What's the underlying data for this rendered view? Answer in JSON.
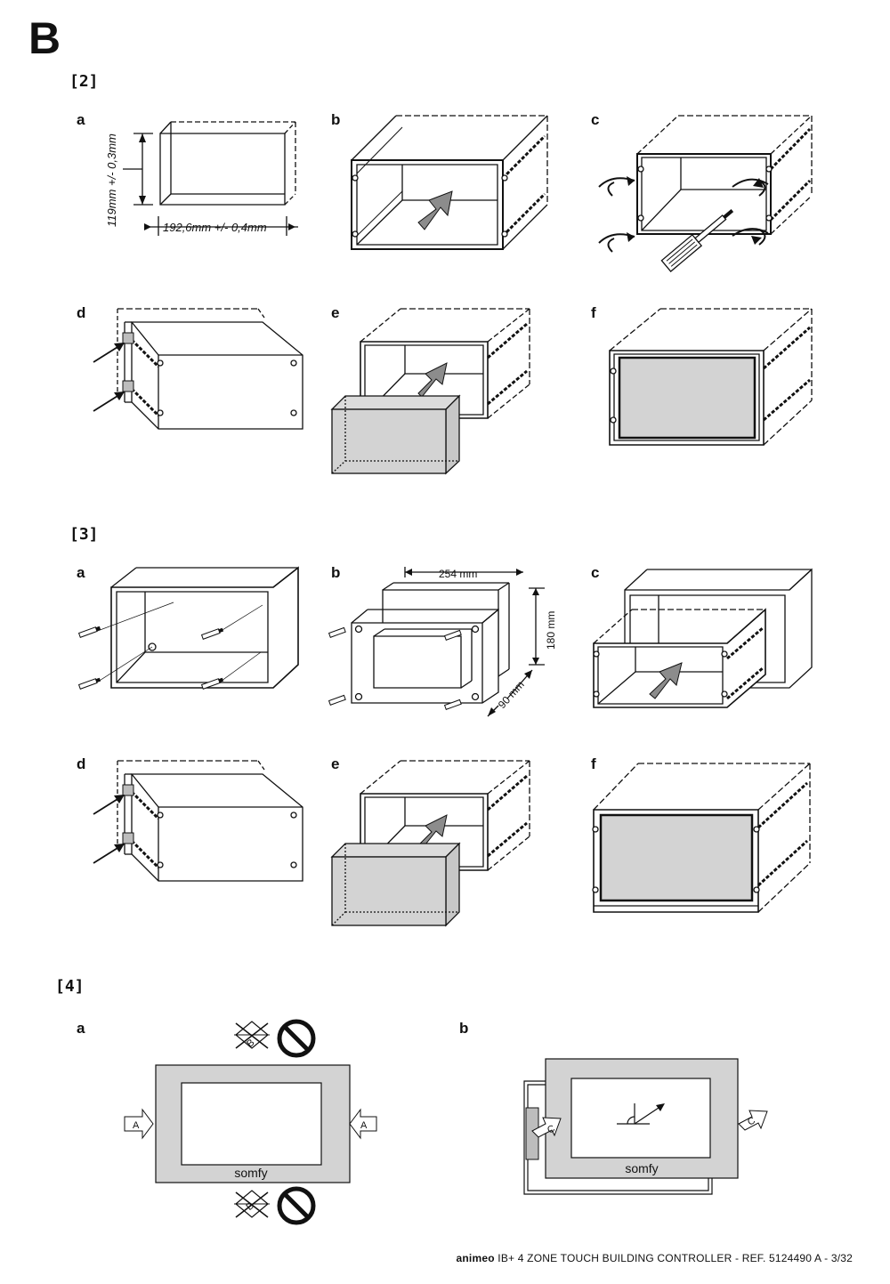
{
  "page_letter": "B",
  "sections": [
    {
      "label": "[2]",
      "items": [
        "a",
        "b",
        "c",
        "d",
        "e",
        "f"
      ]
    },
    {
      "label": "[3]",
      "items": [
        "a",
        "b",
        "c",
        "d",
        "e",
        "f"
      ]
    },
    {
      "label": "[4]",
      "items": [
        "a",
        "b"
      ]
    }
  ],
  "dimensions": {
    "height": "119mm +/- 0,3mm",
    "width": "192,6mm +/- 0,4mm",
    "box_width": "254 mm",
    "box_height": "180 mm",
    "box_depth": "90 mm"
  },
  "panel_text": {
    "brand": "somfy",
    "force_a": "A",
    "force_b": "B",
    "force_c": "C"
  },
  "footer": {
    "brand": "animeo",
    "text": "IB+ 4 ZONE TOUCH BUILDING CONTROLLER - REF. 5124490 A - 3/32"
  },
  "colors": {
    "panel_grey": "#d3d3d3",
    "arrow_grey": "#8c8c8c",
    "line": "#111111"
  }
}
